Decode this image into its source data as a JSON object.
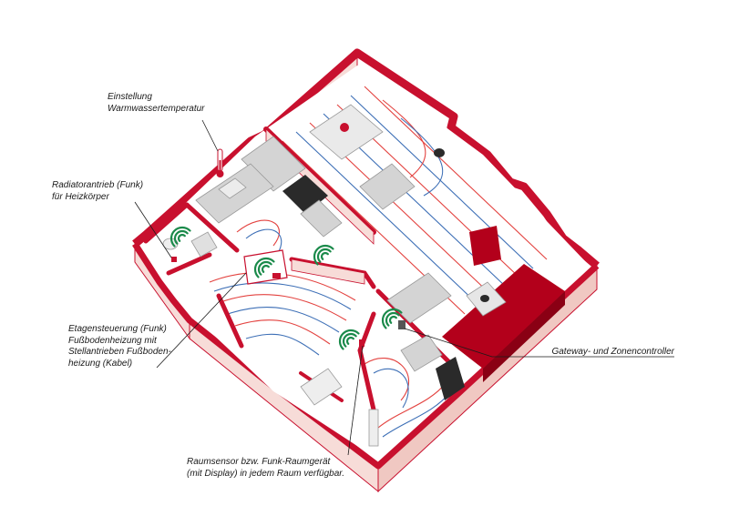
{
  "colors": {
    "wall_red": "#c8102e",
    "wall_light": "#f7dcd8",
    "floor": "#ffffff",
    "furniture_grey": "#d4d4d4",
    "furniture_dark": "#2a2a2a",
    "sofa_red": "#b3001b",
    "pipe_red": "#e3423f",
    "pipe_blue": "#3d6fb6",
    "radio_green": "#1a8a4a",
    "leader_line": "#1a1a1a"
  },
  "callouts": {
    "warm_water": {
      "lines": [
        "Einstellung",
        "Warmwassertemperatur"
      ],
      "icon": "thermometer-icon"
    },
    "radiator": {
      "lines": [
        "Radiatorantrieb (Funk)",
        "für Heizkörper"
      ],
      "icon": "radio-signal-icon"
    },
    "floor_control": {
      "lines": [
        "Etagensteuerung (Funk)",
        "Fußbodenheizung mit",
        "Stellantrieben Fußboden-",
        "heizung (Kabel)"
      ],
      "icon": "radio-signal-icon"
    },
    "gateway": {
      "lines": [
        "Gateway- und Zonencontroller"
      ],
      "icon": "radio-signal-icon"
    },
    "room_sensor": {
      "lines": [
        "Raumsensor bzw. Funk-Raumgerät",
        "(mit Display) in jedem Raum verfügbar."
      ],
      "icon": "radio-signal-icon"
    }
  }
}
